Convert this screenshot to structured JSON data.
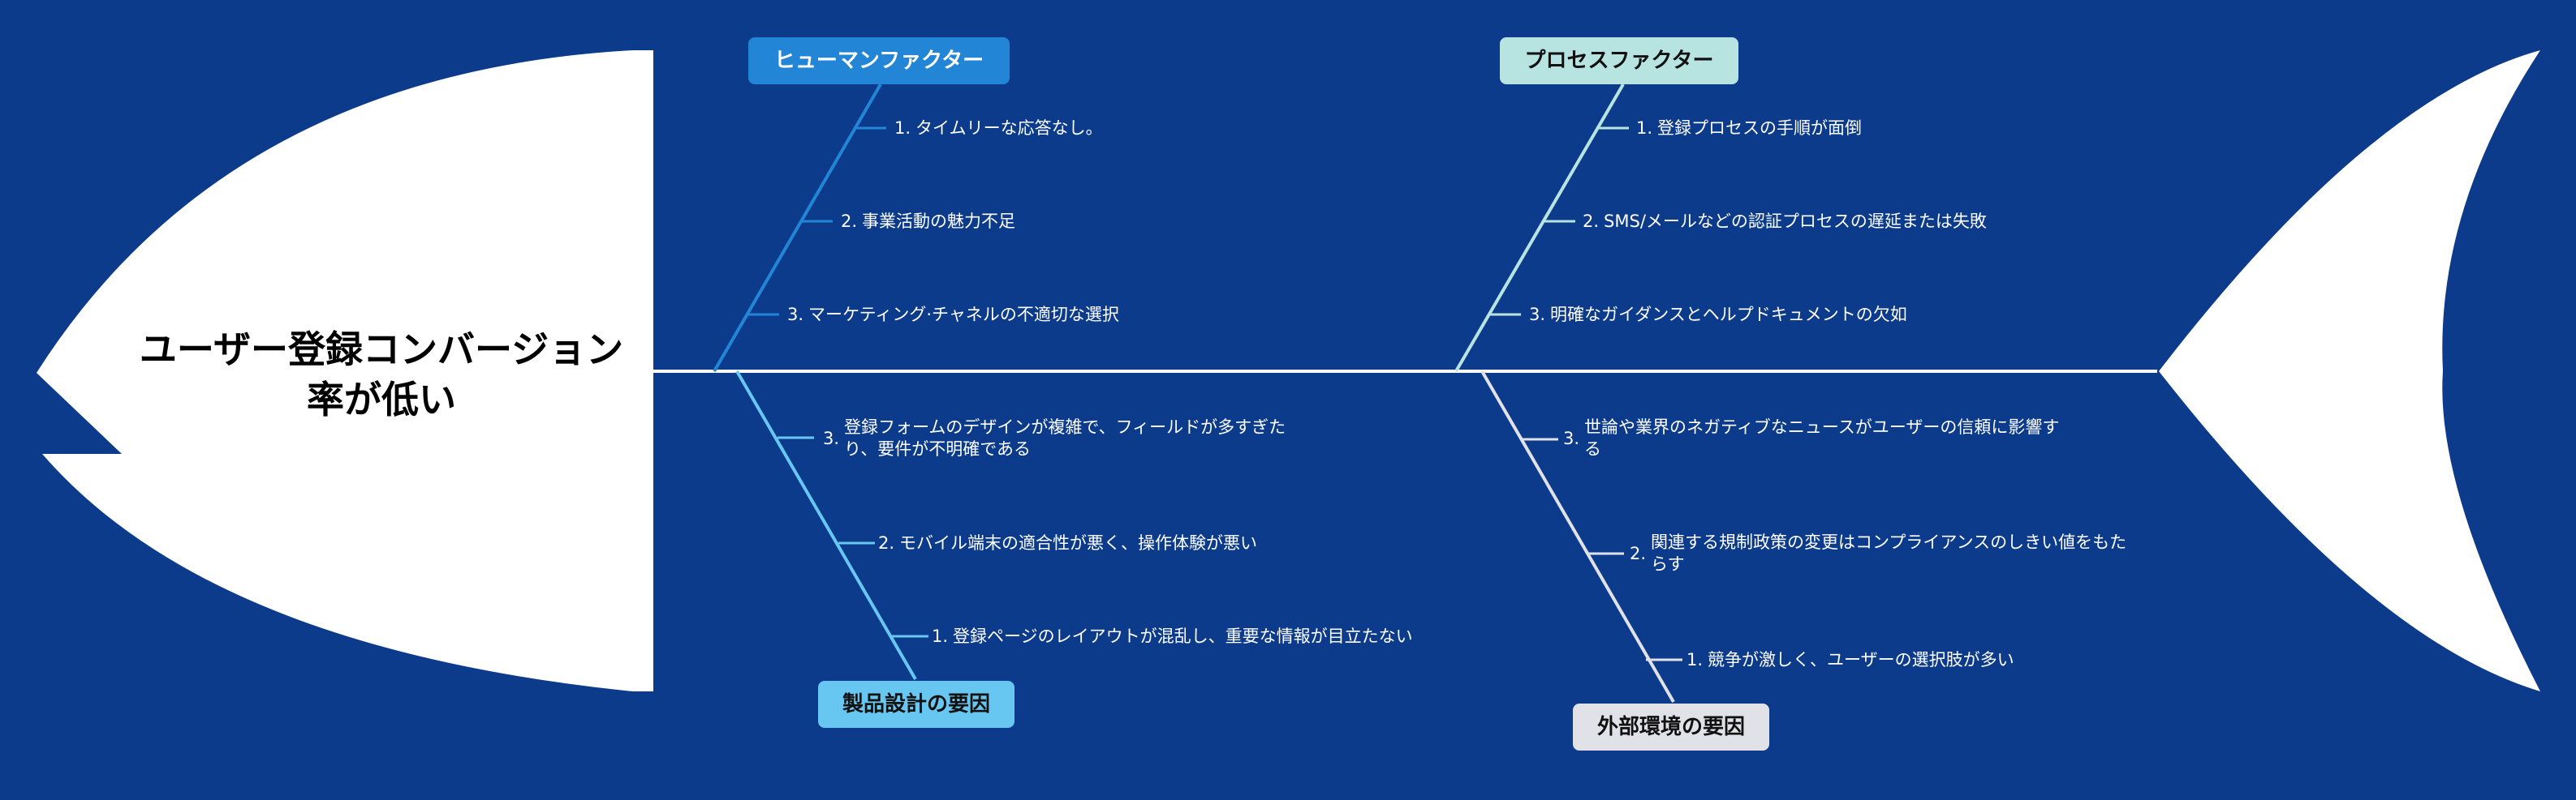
{
  "diagram": {
    "head": {
      "title": "ユーザー登録コンバージョン率が低い"
    },
    "categories": {
      "human": {
        "label": "ヒューマンファクター",
        "color": "#2385d6",
        "causes": [
          {
            "num": "1.",
            "text": "タイムリーな応答なし。"
          },
          {
            "num": "2.",
            "text": "事業活動の魅力不足"
          },
          {
            "num": "3.",
            "text": "マーケティング·チャネルの不適切な選択"
          }
        ]
      },
      "process": {
        "label": "プロセスファクター",
        "color": "#b7e4e1",
        "causes": [
          {
            "num": "1.",
            "text": "登録プロセスの手順が面倒"
          },
          {
            "num": "2.",
            "text": "SMS/メールなどの認証プロセスの遅延または失敗"
          },
          {
            "num": "3.",
            "text": "明確なガイダンスとヘルプドキュメントの欠如"
          }
        ]
      },
      "product": {
        "label": "製品設計の要因",
        "color": "#68c7f0",
        "causes": [
          {
            "num": "3.",
            "text": "登録フォームのデザインが複雑で、フィールドが多すぎたり、要件が不明確である"
          },
          {
            "num": "2.",
            "text": "モバイル端末の適合性が悪く、操作体験が悪い"
          },
          {
            "num": "1.",
            "text": "登録ページのレイアウトが混乱し、重要な情報が目立たない"
          }
        ]
      },
      "external": {
        "label": "外部環境の要因",
        "color": "#e1e1e8",
        "causes": [
          {
            "num": "3.",
            "text": "世論や業界のネガティブなニュースがユーザーの信頼に影響する"
          },
          {
            "num": "2.",
            "text": "関連する規制政策の変更はコンプライアンスのしきい値をもたらす"
          },
          {
            "num": "1.",
            "text": "競争が激しく、ユーザーの選択肢が多い"
          }
        ]
      }
    }
  }
}
